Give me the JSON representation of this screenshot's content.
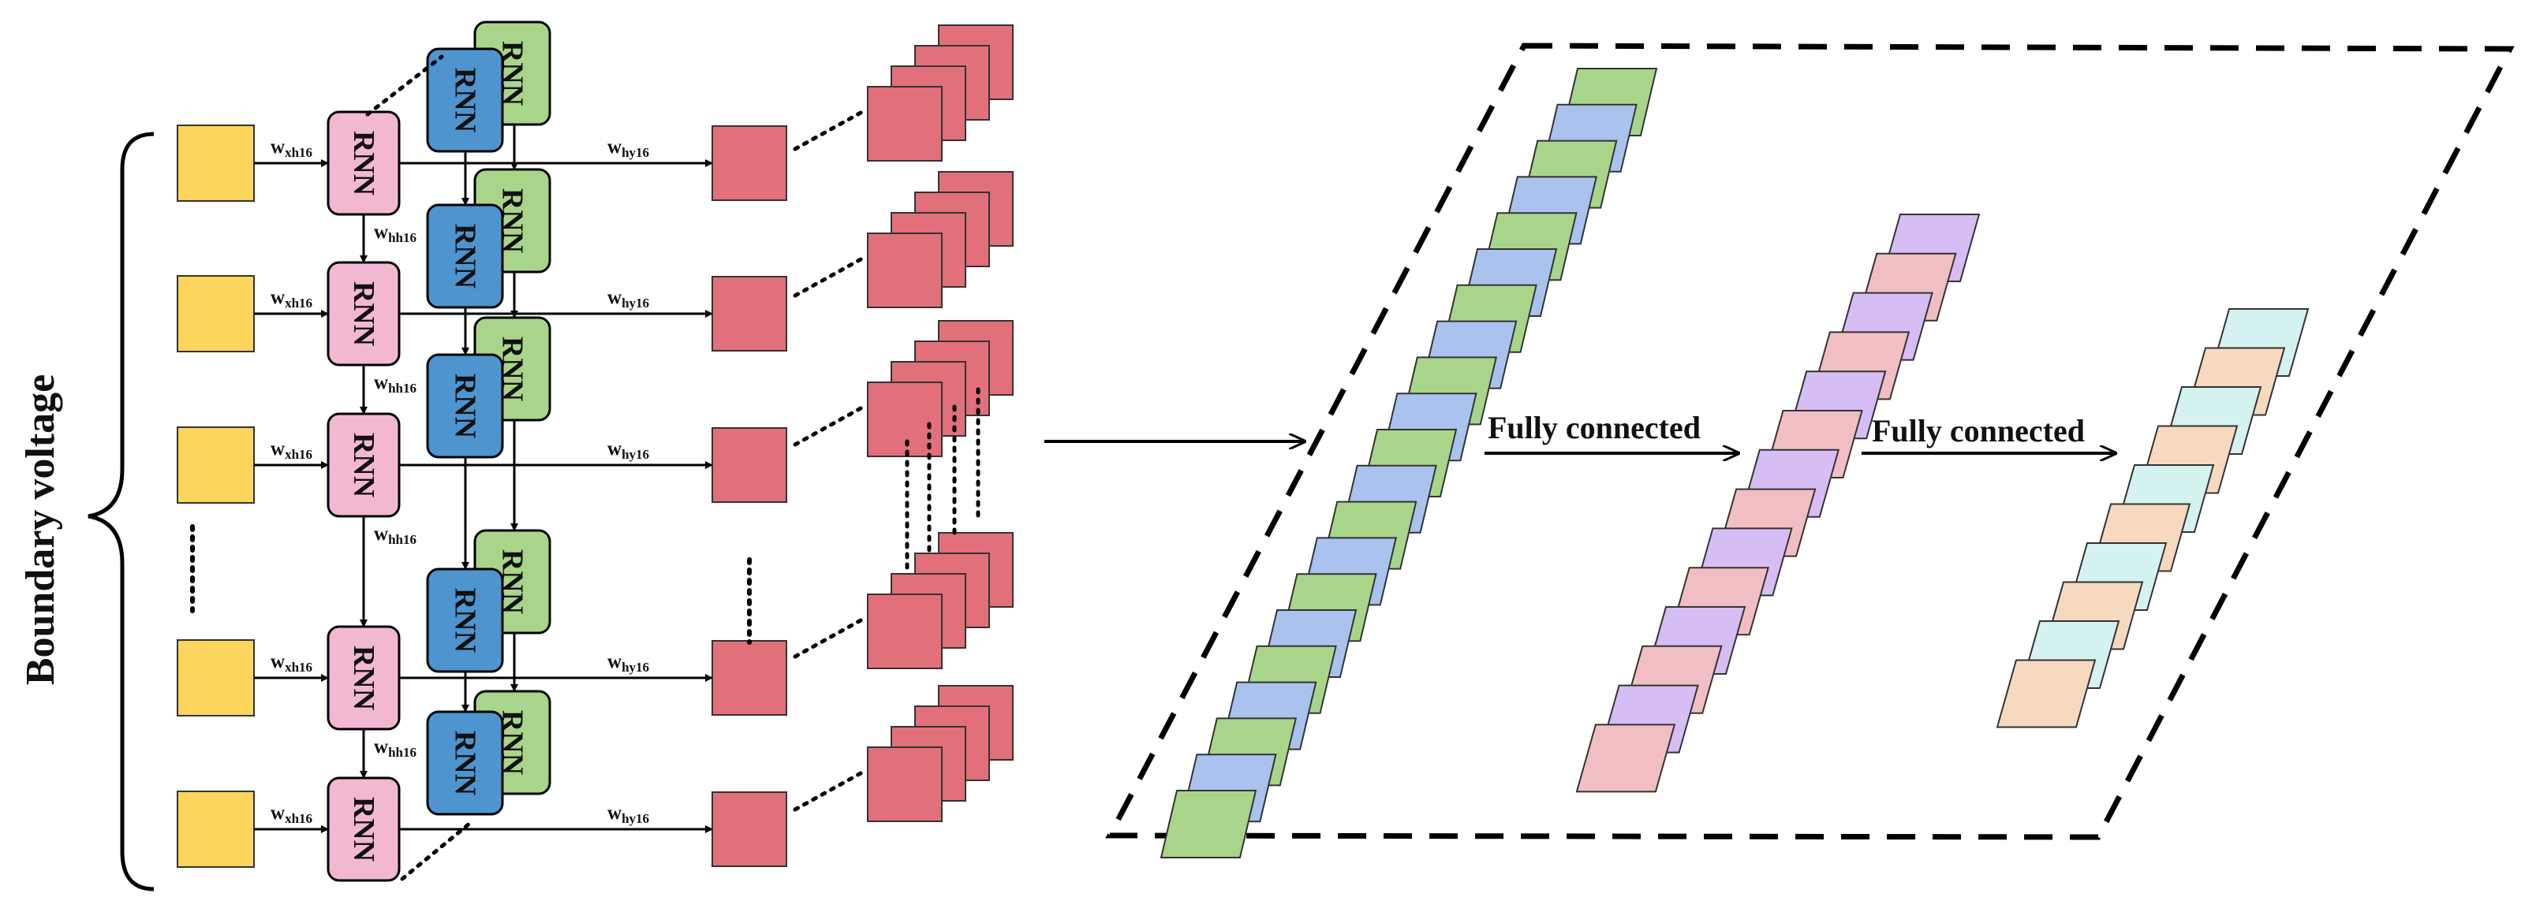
{
  "input_label": "Boundary voltage",
  "cell_label": "RNN",
  "weights": {
    "w": "w",
    "xh": "xh16",
    "hh": "hh16",
    "hy": "hy16"
  },
  "fc_labels": [
    "Fully connected",
    "Fully connected"
  ],
  "colors": {
    "input": "#FCD55C",
    "rnn_pink": "#F2B8D2",
    "rnn_blue": "#4E94CF",
    "rnn_green": "#A9D58A",
    "output": "#E2707A",
    "fc1_a": "#A9C2EE",
    "fc1_b": "#A9D58A",
    "fc2_a": "#D6BDF4",
    "fc2_b": "#F1BFC3",
    "fc3_a": "#D3F2F0",
    "fc3_b": "#F7D9BF"
  }
}
